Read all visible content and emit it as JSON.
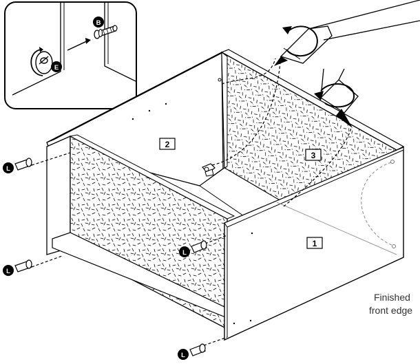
{
  "panels": {
    "front": "1",
    "back": "2",
    "side": "3"
  },
  "parts": {
    "screw": "L",
    "bolt": "B",
    "cam": "E"
  },
  "caption": {
    "line1": "Finished",
    "line2": "front edge"
  },
  "colors": {
    "ink": "#000000",
    "panel_fill": "#ffffff",
    "caption": "#333333",
    "front_edge_guide": "#9a9a9a"
  },
  "icons": [
    "screwdriver-icon",
    "rotation-arrow-icon",
    "screw-icon",
    "cam-lock-icon",
    "bolt-icon"
  ]
}
